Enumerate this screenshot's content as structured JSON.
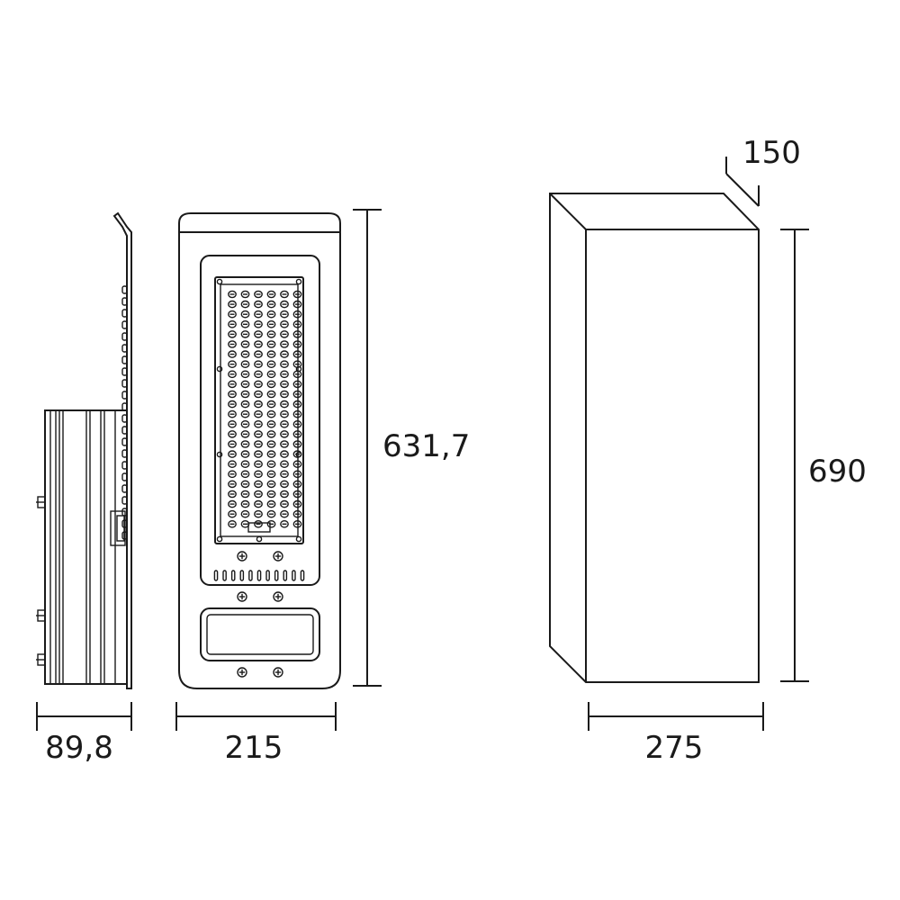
{
  "dimensions": {
    "side_depth": "89,8",
    "front_width": "215",
    "front_height": "631,7",
    "box_depth": "150",
    "box_height": "690",
    "box_width": "275"
  },
  "colors": {
    "line": "#1a1a1a",
    "background": "#ffffff"
  },
  "views": [
    "side-view",
    "front-view",
    "packaging-box"
  ],
  "led_grid": {
    "rows": 24,
    "cols": 6
  }
}
